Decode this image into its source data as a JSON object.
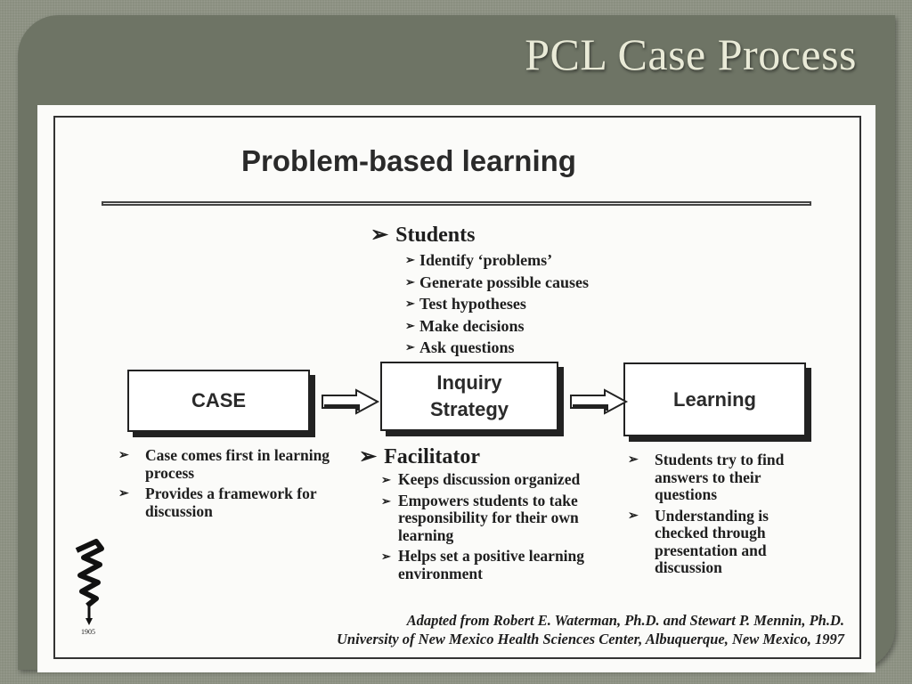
{
  "slide": {
    "title": "PCL Case Process"
  },
  "diagram": {
    "heading": "Problem-based learning",
    "bullet_glyph": "➢",
    "students": {
      "heading": "Students",
      "items": [
        "Identify ‘problems’",
        "Generate possible causes",
        "Test hypotheses",
        "Make decisions",
        "Ask questions"
      ]
    },
    "boxes": {
      "case": "CASE",
      "inquiry_line1": "Inquiry",
      "inquiry_line2": "Strategy",
      "learning": "Learning"
    },
    "case_notes": [
      "Case comes first in learning process",
      "Provides a framework for discussion"
    ],
    "facilitator": {
      "heading": "Facilitator",
      "items": [
        "Keeps discussion organized",
        "Empowers students to take responsibility for their own learning",
        "Helps set a positive learning environment"
      ]
    },
    "learning_notes": [
      "Students try to find answers to their questions",
      "Understanding is checked through presentation and discussion"
    ],
    "citation": {
      "line1": "Adapted from Robert E. Waterman, Ph.D. and Stewart P. Mennin, Ph.D.",
      "line2": "University of New Mexico Health Sciences Center, Albuquerque, New Mexico, 1997"
    },
    "logo_year": "1905"
  }
}
